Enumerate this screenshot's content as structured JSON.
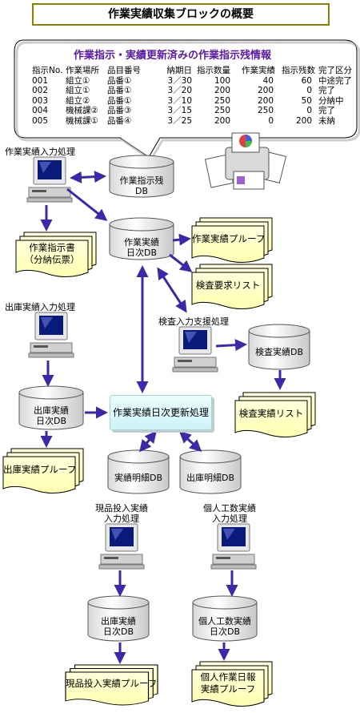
{
  "title": "作業実績収集ブロックの概要",
  "info_panel": {
    "title": "作業指示・実績更新済みの作業指示残情報",
    "headers": [
      "指示No.",
      "作業場所",
      "品目番号",
      "納期日",
      "指示数量",
      "作業実績",
      "指示残数",
      "完了区分"
    ],
    "rows": [
      [
        "001",
        "組立①",
        "品番①",
        "3／30",
        "100",
        "40",
        "60",
        "中途完了"
      ],
      [
        "002",
        "組立①",
        "品番①",
        "3／20",
        "200",
        "200",
        "0",
        "完了"
      ],
      [
        "003",
        "組立②",
        "品番①",
        "3／10",
        "250",
        "200",
        "50",
        "分納中"
      ],
      [
        "004",
        "機械課②",
        "品番③",
        "3／15",
        "250",
        "250",
        "0",
        "完了"
      ],
      [
        "005",
        "機械課①",
        "品番④",
        "3／25",
        "200",
        "0",
        "200",
        "未納"
      ]
    ]
  },
  "processes": {
    "work_input": "作業実績入力処理",
    "shipping_input": "出庫実績入力処理",
    "inspection_input": "検査入力支援処理",
    "daily_update": "作業実績日次更新処理",
    "stock_input_l1": "現品投入実績",
    "stock_input_l2": "入力処理",
    "personal_input_l1": "個人工数実績",
    "personal_input_l2": "入力処理"
  },
  "databases": {
    "instruction_remain_l1": "作業指示残",
    "instruction_remain_l2": "DB",
    "work_daily_l1": "作業実績",
    "work_daily_l2": "日次DB",
    "inspection": "検査実績DB",
    "shipping_daily_l1": "出庫実績",
    "shipping_daily_l2": "日次DB",
    "result_detail": "実績明細DB",
    "shipping_detail": "出庫明細DB",
    "stock_daily_l1": "出庫実績",
    "stock_daily_l2": "日次DB",
    "personal_daily_l1": "個人工数実績",
    "personal_daily_l2": "日次DB"
  },
  "documents": {
    "work_order_l1": "作業指示書",
    "work_order_l2": "（分納伝票）",
    "work_proof": "作業実績プルーフ",
    "inspection_request": "検査要求リスト",
    "inspection_list": "検査実績リスト",
    "shipping_proof": "出庫実績プルーフ",
    "stock_proof": "現品投入実績プルーフ",
    "personal_l1": "個人作業日報",
    "personal_l2": "実績プルーフ"
  }
}
